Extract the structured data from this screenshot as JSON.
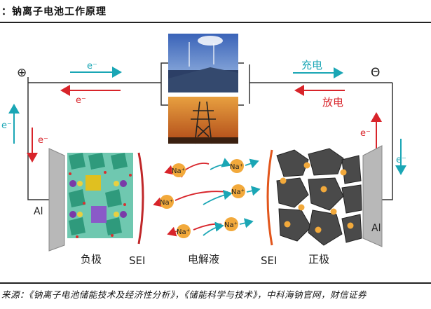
{
  "title": "：钠离子电池工作原理",
  "source": "来源：《钠离子电池储能技术及经济性分析》，《储能科学与技术》，中科海钠官网，财信证券",
  "diagram": {
    "positive_terminal": "⊕",
    "negative_terminal": "Θ",
    "electron": "e⁻",
    "charge_label": "充电",
    "discharge_label": "放电",
    "anode_label": "负极",
    "cathode_label": "正极",
    "sei_left": "SEI",
    "sei_right": "SEI",
    "electrolyte_label": "电解液",
    "collector_left": "Al",
    "collector_right": "Al",
    "sodium_ion": "Na⁺",
    "colors": {
      "charge": "#1aa6b5",
      "discharge": "#d8242a",
      "ion": "#f2a93b",
      "cathode": "#4a4a4a",
      "anode": "#3aa88a"
    }
  }
}
